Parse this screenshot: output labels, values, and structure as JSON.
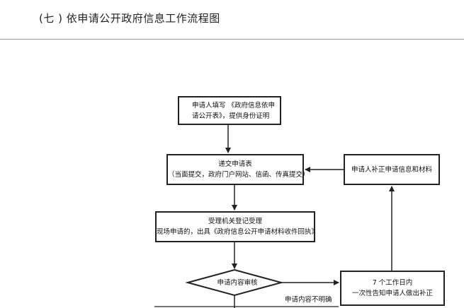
{
  "header": {
    "title": "(七 ) 依申请公开政府信息工作流程图"
  },
  "flowchart": {
    "nodes": {
      "apply_form": {
        "line1": "申请人填写 《政府信息依申",
        "line2": "请公开表》，提供身份证明"
      },
      "submit_form": {
        "line1": "递交申请表",
        "line2": "（当面提交，政府门户网站、信函、传真提交）"
      },
      "supplement": {
        "line1": "申请人补正申请信息和材料"
      },
      "register": {
        "line1": "受理机关登记受理",
        "line2": "现场申请的，出具《政府信息公开申请材料收件回执》"
      },
      "review": {
        "line1": "申请内容审核"
      },
      "notify": {
        "line1": "7 个工作日内",
        "line2": "一次性告知申请人做出补正"
      }
    },
    "edges": {
      "unclear_label": "申请内容不明确"
    }
  }
}
